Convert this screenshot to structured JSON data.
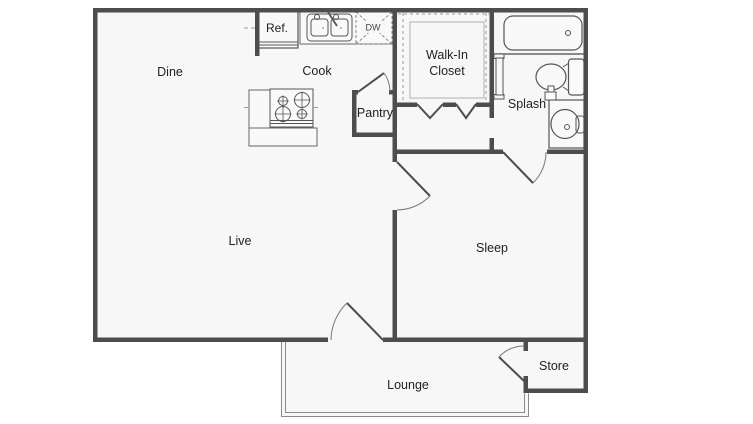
{
  "floor_plan": {
    "rooms": {
      "dine": {
        "label": "Dine"
      },
      "cook": {
        "label": "Cook"
      },
      "pantry": {
        "label": "Pantry"
      },
      "walk_in_closet": {
        "line1": "Walk-In",
        "line2": "Closet"
      },
      "splash": {
        "label": "Splash"
      },
      "live": {
        "label": "Live"
      },
      "sleep": {
        "label": "Sleep"
      },
      "lounge": {
        "label": "Lounge"
      },
      "store": {
        "label": "Store"
      }
    },
    "appliances": {
      "refrigerator": {
        "label": "Ref."
      },
      "dishwasher": {
        "label": "DW"
      }
    },
    "colors": {
      "wall": "#4d4d4d",
      "fixture_line": "#555555",
      "floor": "#f7f7f7",
      "railing": "#8a8a8a",
      "text": "#222222",
      "background": "#ffffff"
    }
  }
}
